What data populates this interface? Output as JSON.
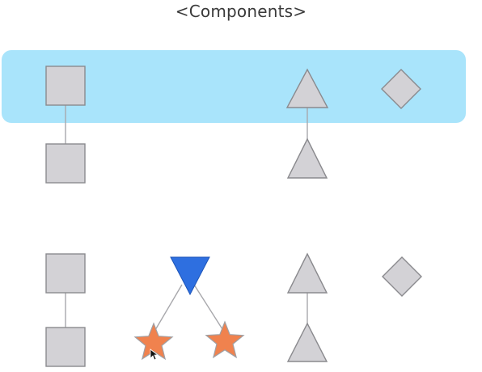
{
  "title": "<Components>",
  "colors": {
    "highlight": "#a9e4fb",
    "shape_fill": "#d3d2d6",
    "shape_stroke": "#8a8a8e",
    "active_node": "#2e6fe0",
    "child_node": "#f0824e"
  },
  "groups": [
    {
      "name": "top-group",
      "highlighted": true,
      "components": [
        "square",
        "triangle",
        "diamond"
      ],
      "children": [
        "square",
        "triangle"
      ]
    },
    {
      "name": "bottom-group",
      "highlighted": false,
      "components": [
        "square",
        "triangle-down",
        "triangle",
        "diamond"
      ],
      "children": [
        "square",
        "star",
        "star",
        "triangle"
      ]
    }
  ]
}
